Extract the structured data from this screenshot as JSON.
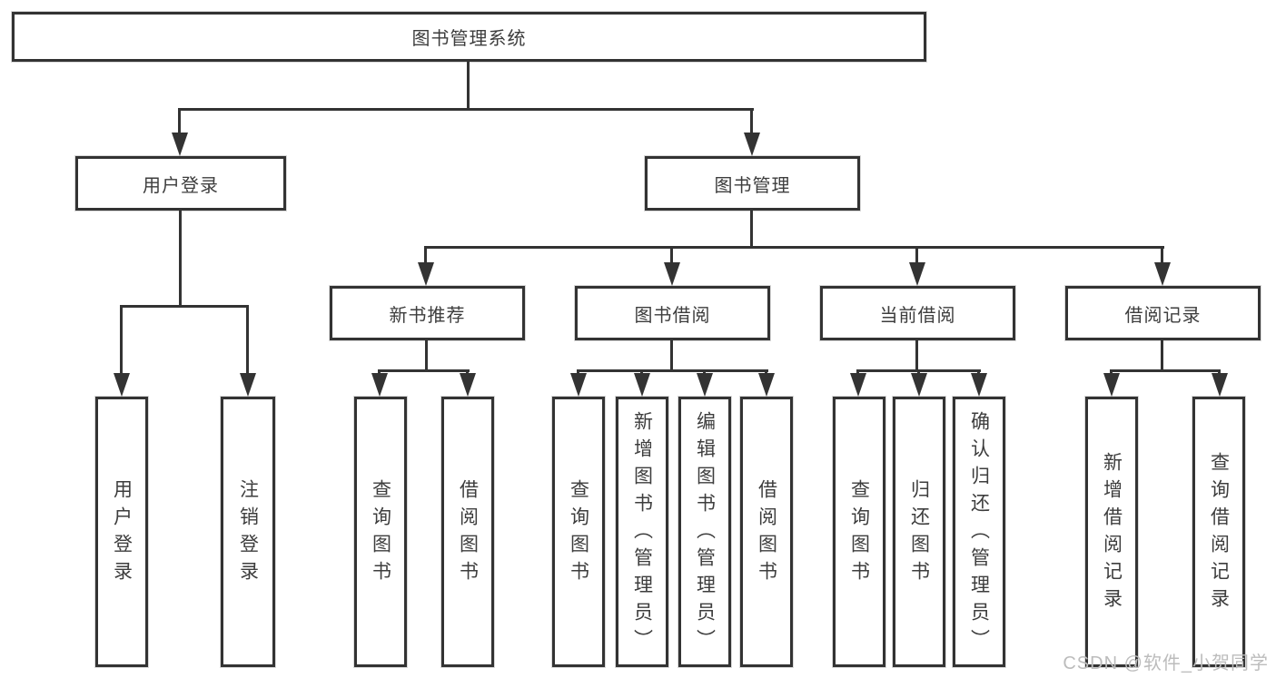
{
  "colors": {
    "line": "#333333",
    "text": "#3d3d3d",
    "watermark": "#bcbcbc",
    "background": "#ffffff"
  },
  "watermark": {
    "text": "CSDN @软件_小贺同学"
  },
  "tree": {
    "label": "图书管理系统",
    "children": [
      {
        "label": "用户登录",
        "children": [
          {
            "label": "用户登录"
          },
          {
            "label": "注销登录"
          }
        ]
      },
      {
        "label": "图书管理",
        "children": [
          {
            "label": "新书推荐",
            "children": [
              {
                "label": "查询图书"
              },
              {
                "label": "借阅图书"
              }
            ]
          },
          {
            "label": "图书借阅",
            "children": [
              {
                "label": "查询图书"
              },
              {
                "label": "新增图书（管理员）"
              },
              {
                "label": "编辑图书（管理员）"
              },
              {
                "label": "借阅图书"
              }
            ]
          },
          {
            "label": "当前借阅",
            "children": [
              {
                "label": "查询图书"
              },
              {
                "label": "归还图书"
              },
              {
                "label": "确认归还（管理员）"
              }
            ]
          },
          {
            "label": "借阅记录",
            "children": [
              {
                "label": "新增借阅记录"
              },
              {
                "label": "查询借阅记录"
              }
            ]
          }
        ]
      }
    ]
  }
}
